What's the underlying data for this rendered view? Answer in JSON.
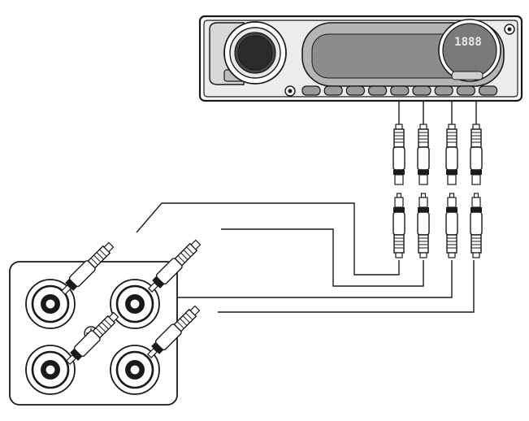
{
  "head_unit": {
    "display_text": "1888",
    "preset_button_count": 9
  },
  "amplifier": {
    "jack_count": 4
  },
  "cables": [
    {
      "id": "cable-1"
    },
    {
      "id": "cable-2"
    },
    {
      "id": "cable-3"
    },
    {
      "id": "cable-4"
    }
  ],
  "colors": {
    "line": "#1a1a1a",
    "panel_fill": "#ececec",
    "display_fill": "#8c8c8c",
    "knob_fill": "#333333",
    "background": "#ffffff"
  }
}
